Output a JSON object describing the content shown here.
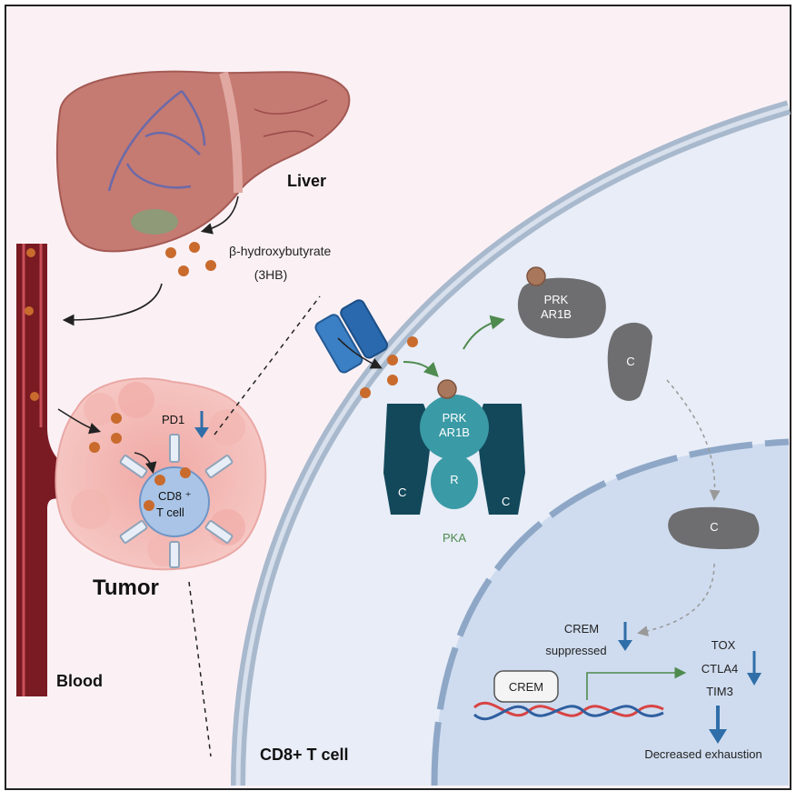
{
  "labels": {
    "liver": "Liver",
    "metabolite_name": "β-hydroxybutyrate",
    "metabolite_abbr": "(3HB)",
    "pd1": "PD1",
    "cd8_line1": "CD8 ⁺",
    "cd8_line2": "T  cell",
    "tumor": "Tumor",
    "blood": "Blood",
    "cell_title": "CD8+ T cell",
    "pka": "PKA",
    "prk_line1": "PRK",
    "prk_line2": "AR1B",
    "r_subunit": "R",
    "c_subunit": "C",
    "crem_status_1": "CREM",
    "crem_status_2": "suppressed",
    "crem_box": "CREM",
    "gene_1": "TOX",
    "gene_2": "CTLA4",
    "gene_3": "TIM3",
    "outcome": "Decreased exhaustion"
  },
  "colors": {
    "background": "#fbf1f5",
    "cell": "#e8edf7",
    "cell_membrane": "#a9b9cd",
    "nucleus": "#cfdcef",
    "liver": "#c57a72",
    "vessel": "#7a1a22",
    "metabolite": "#c96b2d",
    "pka_dark": "#12485a",
    "pka_light": "#3a9aa6",
    "c_gray": "#6e6e70",
    "arrow_blue": "#2f6ea8",
    "arrow_green": "#4f8a4f"
  }
}
